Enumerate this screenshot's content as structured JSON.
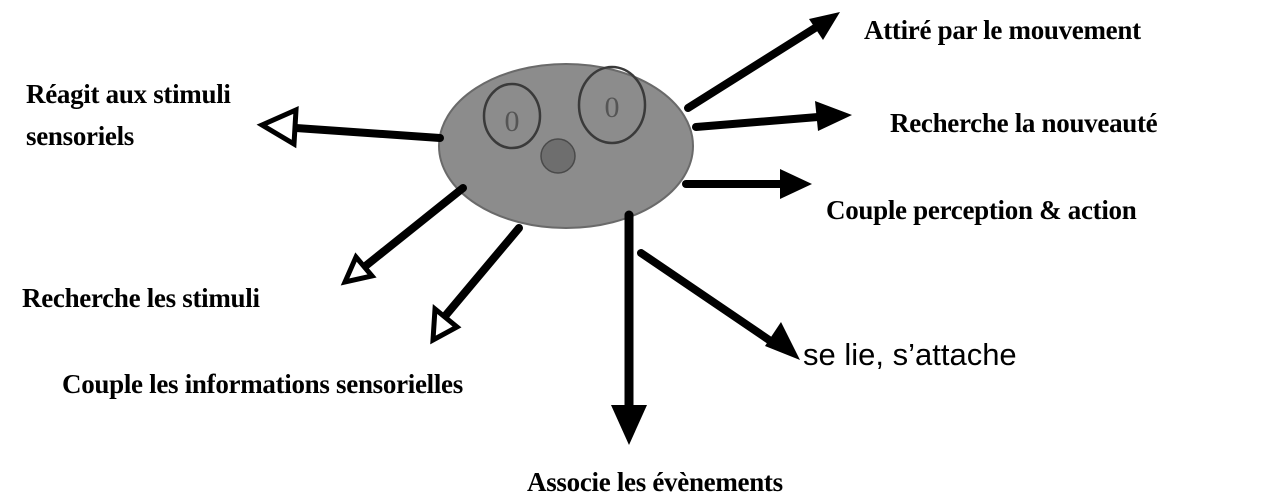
{
  "colors": {
    "body": "#8c8c8c",
    "eye_outline": "#3a3a3a",
    "nose": "#6e6e6e",
    "arrow": "#000000",
    "background": "#ffffff"
  },
  "creature": {
    "eye_left_glyph": "0",
    "eye_right_glyph": "0"
  },
  "labels": {
    "attire": "Attiré par le mouvement",
    "recherche_nouveaute": "Recherche la nouveauté",
    "couple_perception": "Couple perception & action",
    "se_lie": "se lie, s’attache",
    "associe": "Associe les évènements",
    "couple_informations": "Couple les informations sensorielles",
    "recherche_stimuli": "Recherche les stimuli",
    "reagit_line1": "Réagit aux stimuli",
    "reagit_line2": "sensoriels"
  }
}
